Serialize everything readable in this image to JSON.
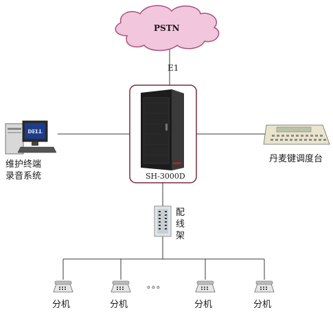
{
  "cloud": {
    "label": "PSTN"
  },
  "link": {
    "label": "E1"
  },
  "server": {
    "label": "SH-3000D"
  },
  "left_device": {
    "line1": "维护终端",
    "line2": "录音系统"
  },
  "right_device": {
    "label": "丹麦键调度台"
  },
  "patch_panel": {
    "c1": "配",
    "c2": "线",
    "c3": "架"
  },
  "extensions": [
    {
      "label": "分机"
    },
    {
      "label": "分机"
    },
    {
      "label": "分机"
    },
    {
      "label": "分机"
    }
  ],
  "ellipsis": "。。。",
  "colors": {
    "cloud_fill": "#f2c6dd",
    "cloud_stroke": "#a8507c",
    "frame_stroke": "#7a2a36",
    "line": "#3a3a3a",
    "cabinet": "#1c1c1c"
  }
}
